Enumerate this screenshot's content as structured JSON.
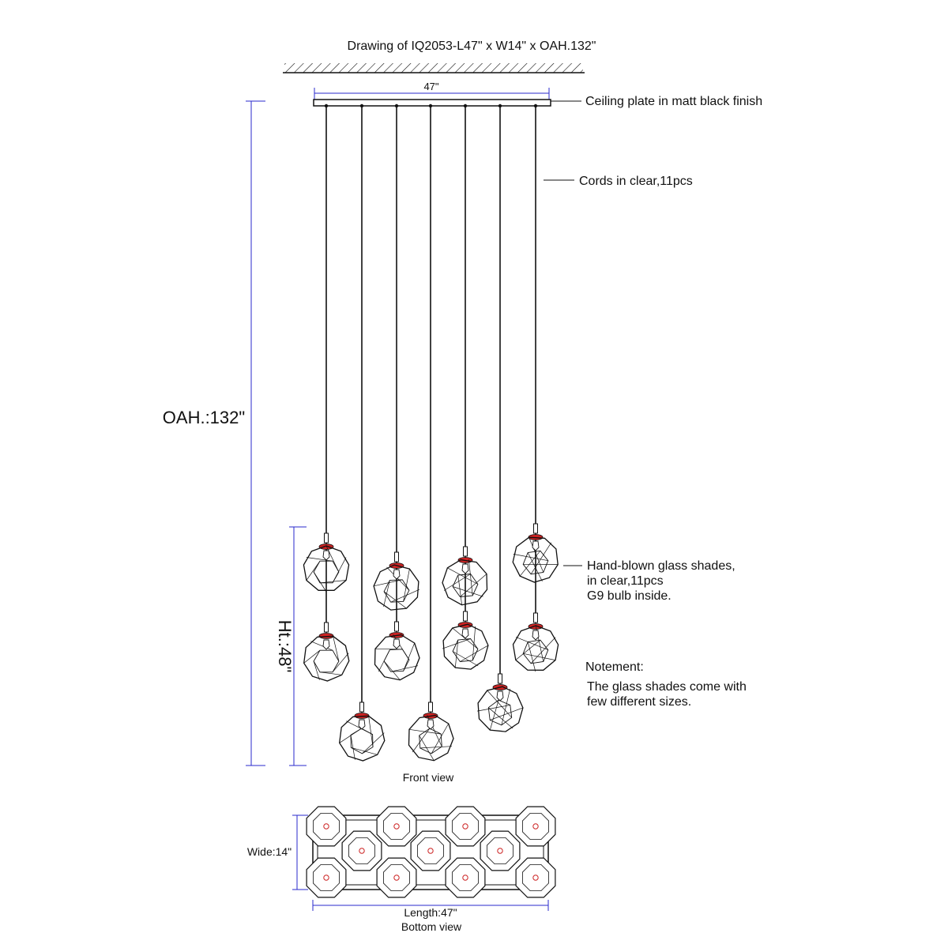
{
  "title": "Drawing of IQ2053-L47\" x W14\" x OAH.132\"",
  "dimensions": {
    "plate_width": "47\"",
    "overall_height": "OAH.:132\"",
    "cluster_height": "Ht.:48\"",
    "bottom_width": "Wide:14\"",
    "bottom_length": "Length:47\""
  },
  "callouts": {
    "ceiling_plate": "Ceiling plate in matt black finish",
    "cords": "Cords in clear,11pcs",
    "shades_line1": "Hand-blown glass shades,",
    "shades_line2": "in clear,11pcs",
    "shades_line3": "G9 bulb inside."
  },
  "note": {
    "heading": "Notement:",
    "line1": "The glass shades come with",
    "line2": "few different sizes."
  },
  "views": {
    "front": "Front view",
    "bottom": "Bottom view"
  },
  "colors": {
    "line": "#111111",
    "dimension": "#2a2acc",
    "socket_accent": "#cc2222"
  }
}
